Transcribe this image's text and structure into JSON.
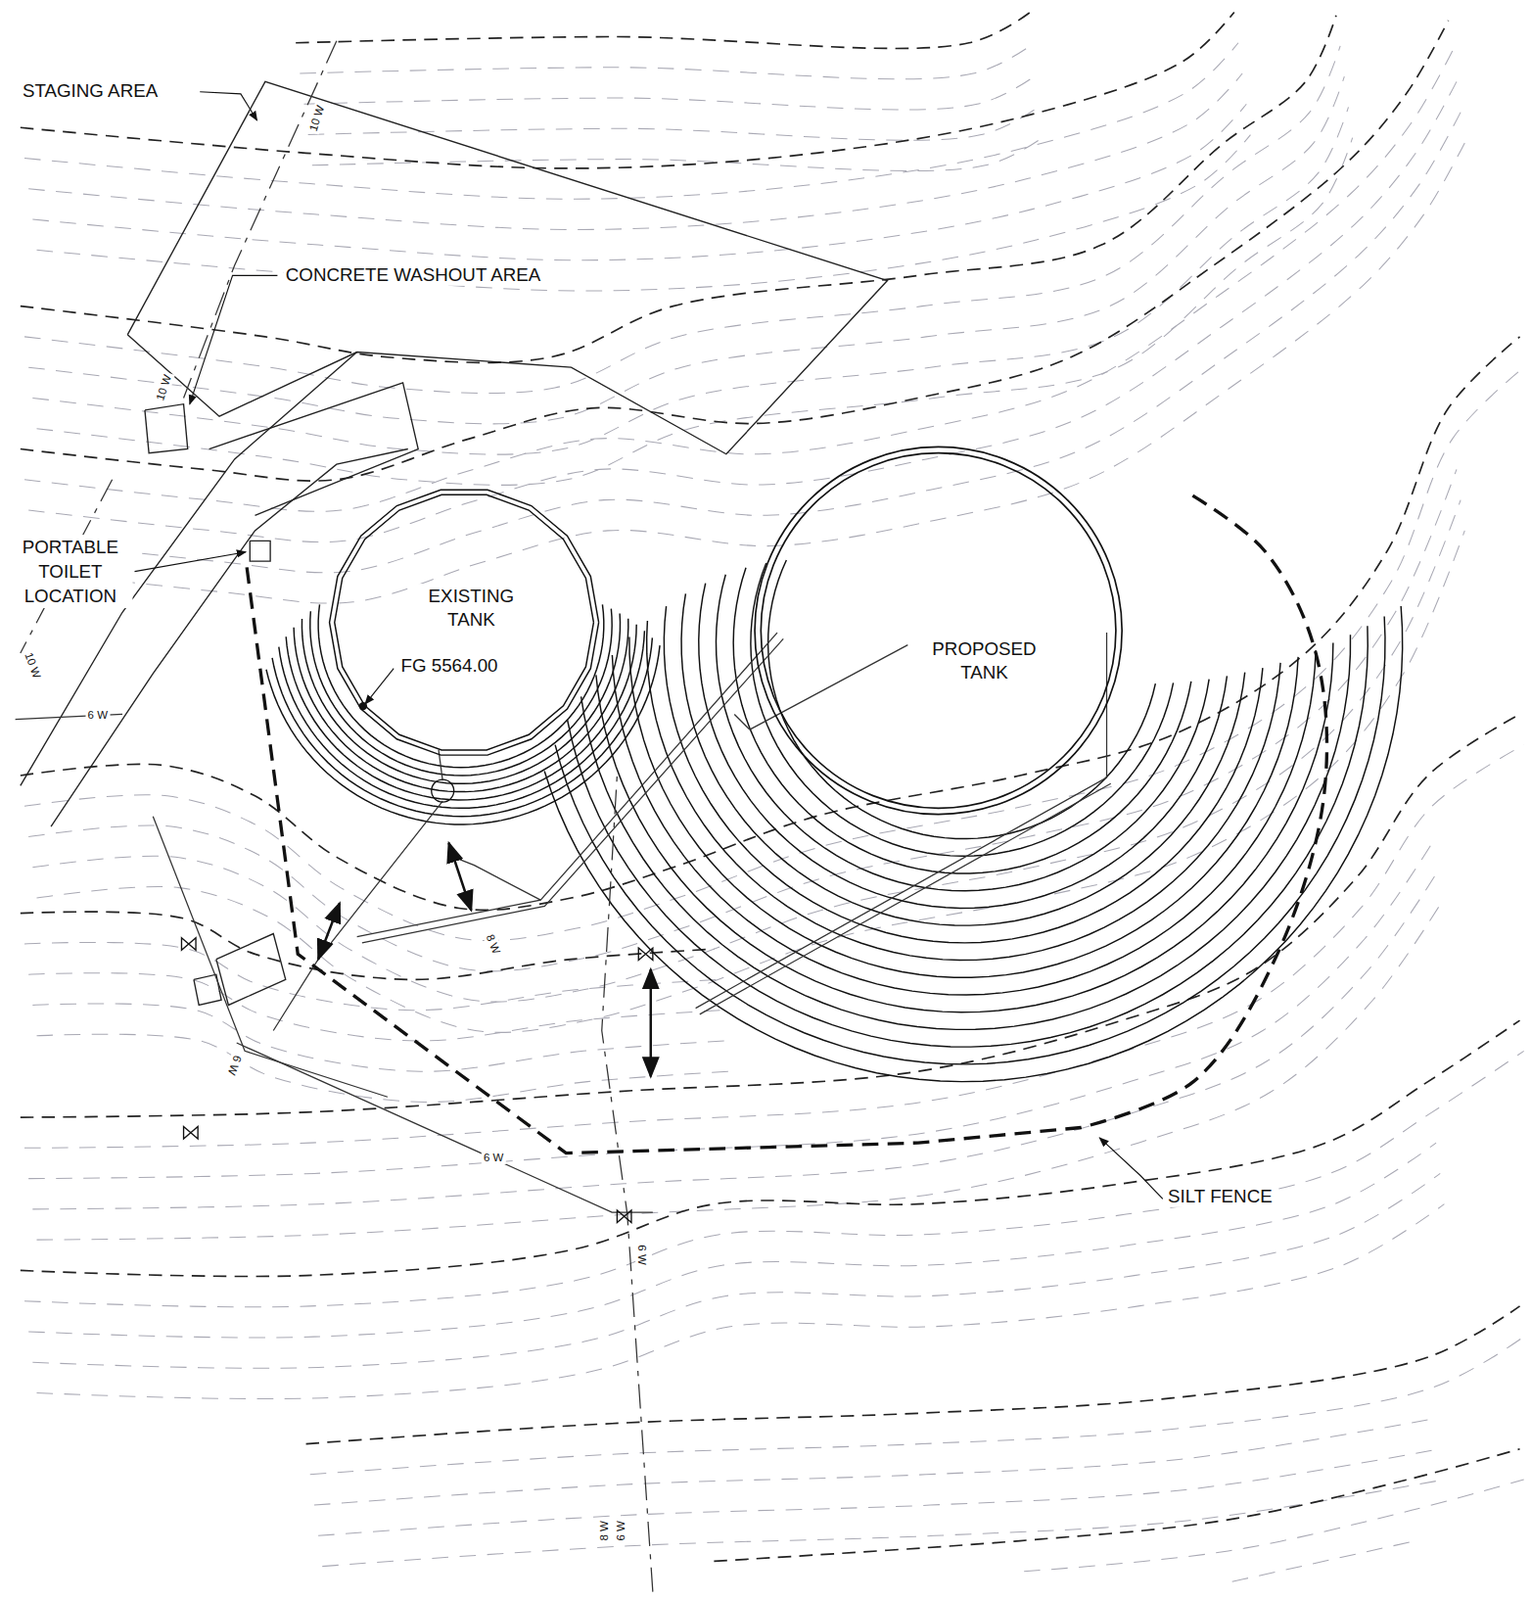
{
  "diagram": {
    "nodes": [
      {
        "text": [
          "EXISTING TANK"
        ]
      },
      {
        "text": [
          "PROPOSED TANK"
        ]
      }
    ],
    "labels": [
      "STAGING AREA",
      "CONCRETE WASHOUT AREA",
      "FG 5564.00",
      "SILT FENCE",
      "10 W",
      "10 W",
      "10 W",
      "6 W",
      "8 W",
      "6 W",
      "6 W",
      "6 W",
      "8 W",
      "6 W",
      "PORTABLE TOILET LOCATION"
    ]
  }
}
